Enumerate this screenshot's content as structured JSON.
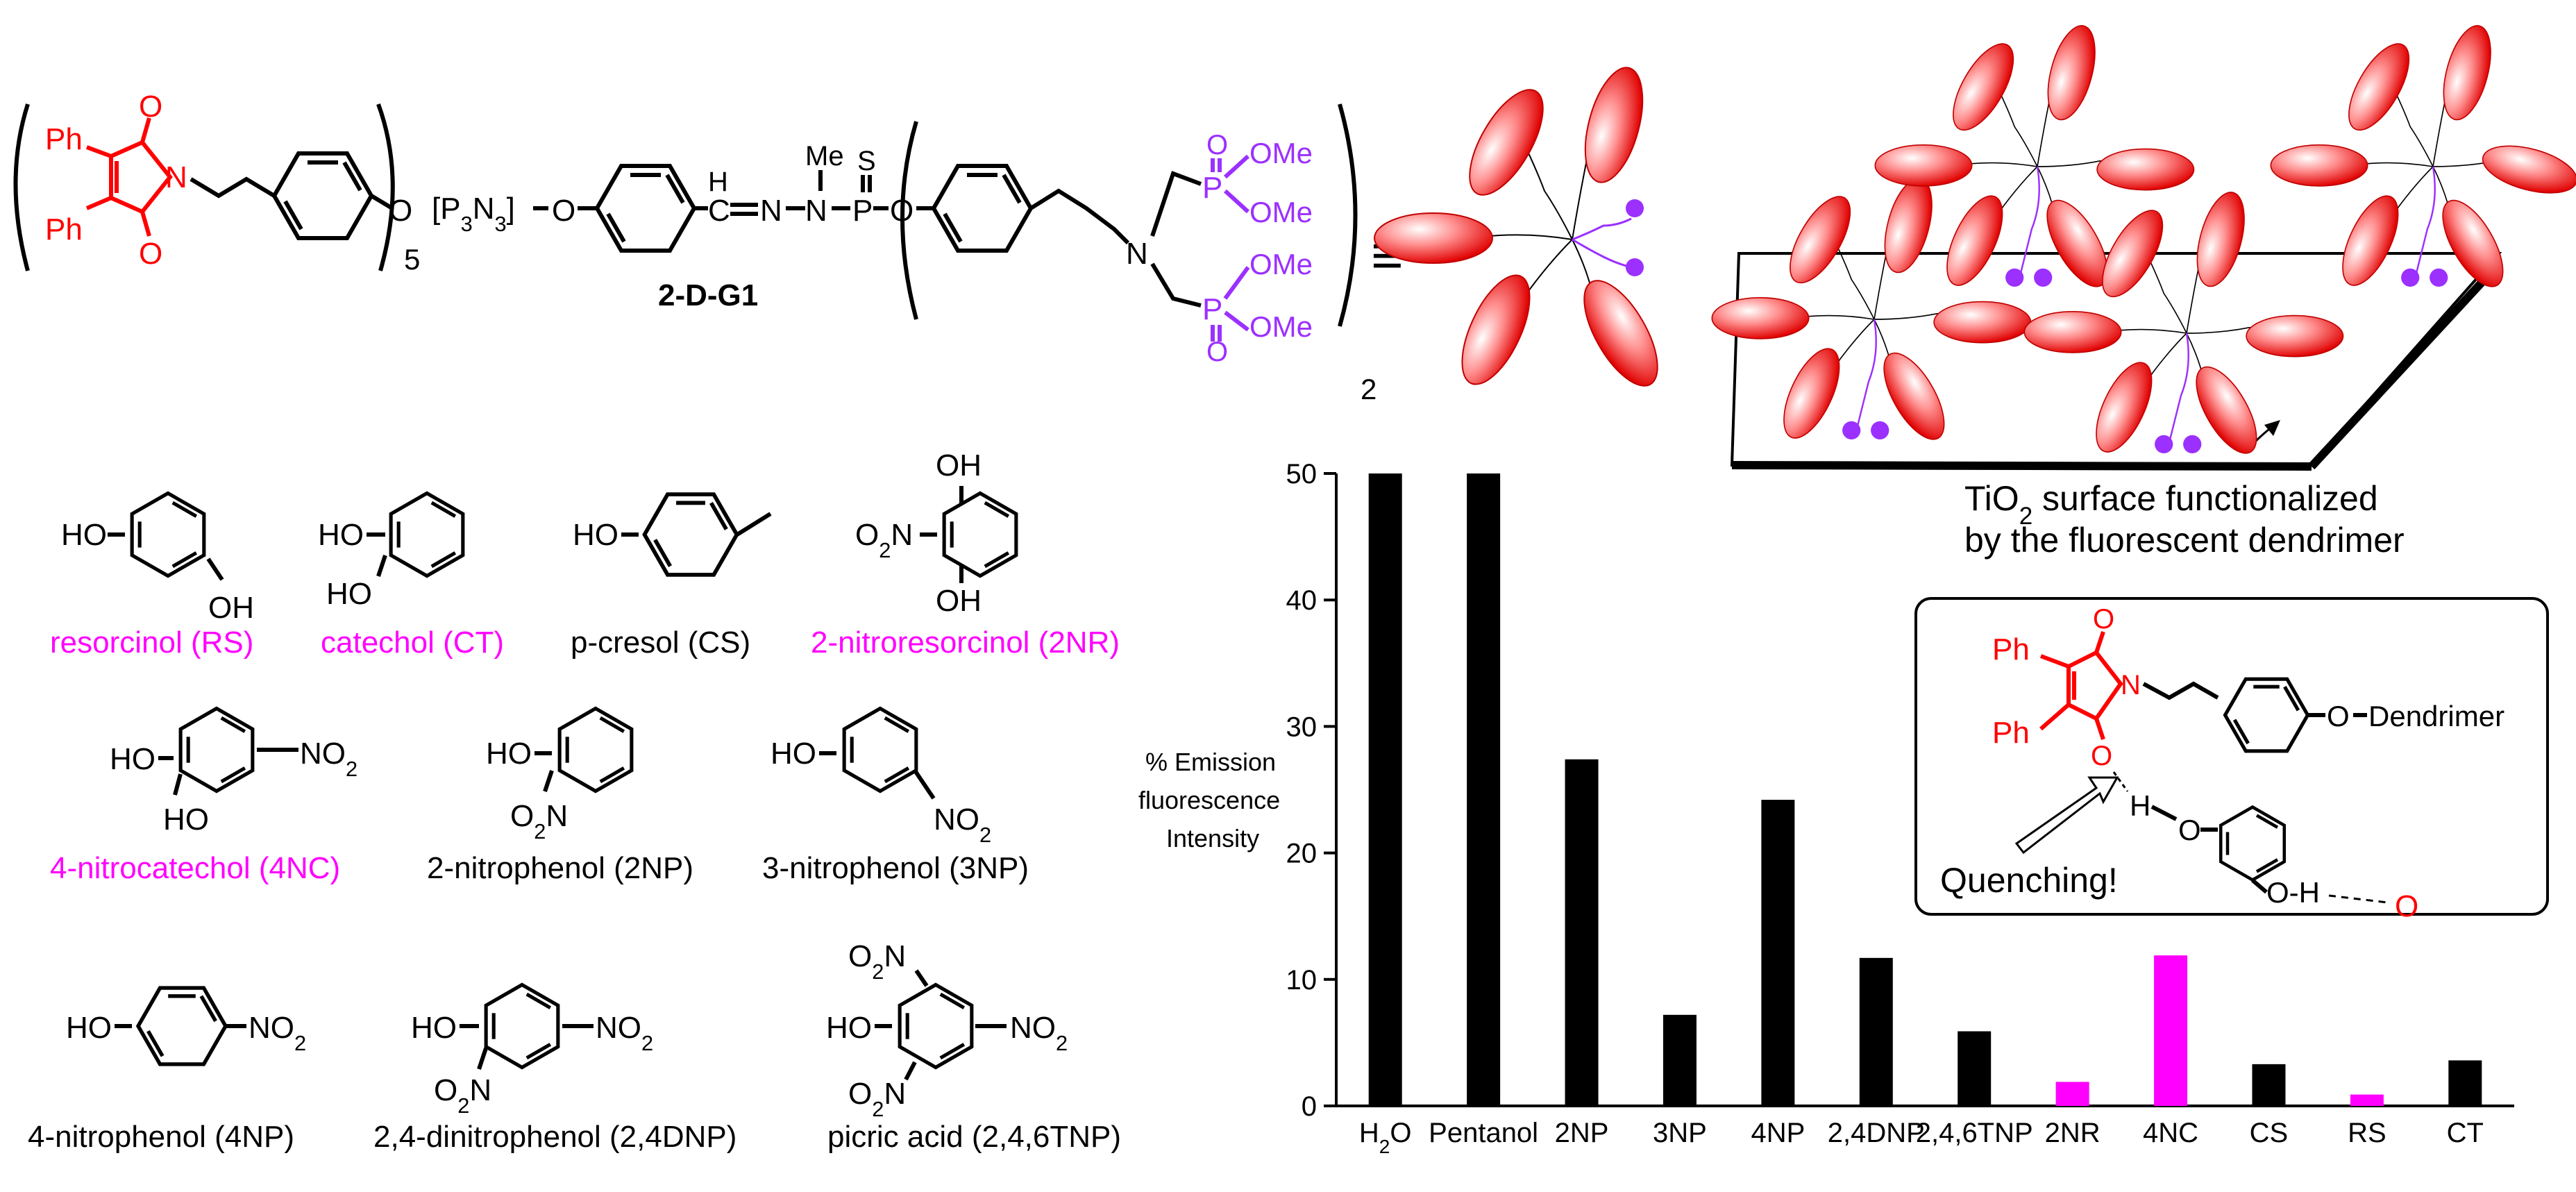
{
  "dendrimer": {
    "ph1": "Ph",
    "ph2": "Ph",
    "o1": "O",
    "o2": "O",
    "n": "N",
    "o_link": "O",
    "core": "[P3N3]",
    "core_sub": "5",
    "o_core": "O",
    "h": "H",
    "c": "C",
    "n1": "N",
    "n2": "N",
    "me": "Me",
    "s": "S",
    "p": "P",
    "o3": "O",
    "n3": "N",
    "p1": "P",
    "p2": "P",
    "o_p1": "O",
    "o_p2": "O",
    "ome1": "OMe",
    "ome2": "OMe",
    "ome3": "OMe",
    "ome4": "OMe",
    "sub2": "2",
    "label": "2-D-G1",
    "equiv": "≡"
  },
  "surface": {
    "caption_line1": "TiO2 surface functionalized",
    "caption_line2": "by the fluorescent dendrimer"
  },
  "inset": {
    "ph1": "Ph",
    "ph2": "Ph",
    "o1": "O",
    "o2": "O",
    "n": "N",
    "o_dend": "O",
    "dendrimer": "Dendrimer",
    "h1": "H",
    "o3": "O",
    "oh": "O-H",
    "o4": "O",
    "quenching": "Quenching!"
  },
  "molecules": [
    {
      "name": "resorcinol (RS)",
      "color": "#ff00ff"
    },
    {
      "name": "catechol (CT)",
      "color": "#ff00ff"
    },
    {
      "name": "p-cresol (CS)",
      "color": "#000000"
    },
    {
      "name": "2-nitroresorcinol (2NR)",
      "color": "#ff00ff"
    },
    {
      "name": "4-nitrocatechol (4NC)",
      "color": "#ff00ff"
    },
    {
      "name": "2-nitrophenol (2NP)",
      "color": "#000000"
    },
    {
      "name": "3-nitrophenol (3NP)",
      "color": "#000000"
    },
    {
      "name": "4-nitrophenol (4NP)",
      "color": "#000000"
    },
    {
      "name": "2,4-dinitrophenol (2,4DNP)",
      "color": "#000000"
    },
    {
      "name": "picric acid (2,4,6TNP)",
      "color": "#000000"
    }
  ],
  "mol_labels": {
    "ho": "HO",
    "oh": "OH",
    "o2n": "O2N",
    "no2": "NO2"
  },
  "colors": {
    "dye": "#ff0000",
    "anchor": "#9b30ff",
    "highlight": "#ff00ff",
    "bar": "#000000"
  },
  "chart_data": {
    "type": "bar",
    "ylabel_lines": [
      "% Emission",
      "fluorescence",
      "Intensity"
    ],
    "ylim": [
      0,
      50
    ],
    "yticks": [
      0,
      10,
      20,
      30,
      40,
      50
    ],
    "categories": [
      "H2O",
      "Pentanol",
      "2NP",
      "3NP",
      "4NP",
      "2,4DNP",
      "2,4,6TNP",
      "2NR",
      "4NC",
      "CS",
      "RS",
      "CT"
    ],
    "values": [
      50,
      50,
      27.4,
      7.2,
      24.2,
      11.7,
      5.9,
      1.9,
      11.9,
      3.3,
      0.9,
      3.6
    ],
    "bar_colors": [
      "#000000",
      "#000000",
      "#000000",
      "#000000",
      "#000000",
      "#000000",
      "#000000",
      "#ff00ff",
      "#ff00ff",
      "#000000",
      "#ff00ff",
      "#000000"
    ],
    "grid": false,
    "legend": "none"
  }
}
